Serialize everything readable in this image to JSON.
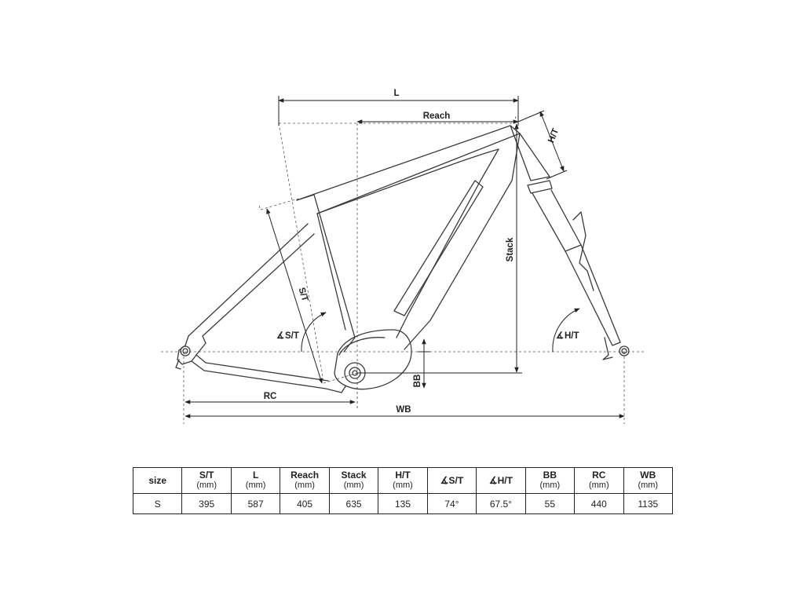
{
  "diagram": {
    "labels": {
      "l": "L",
      "reach": "Reach",
      "ht": "H/T",
      "stack": "Stack",
      "st": "S/T",
      "st_angle": "S/T",
      "ht_angle": "H/T",
      "bb": "BB",
      "rc": "RC",
      "wb": "WB"
    },
    "angle_symbol": "∡"
  },
  "table": {
    "headers": [
      {
        "name": "size",
        "unit": ""
      },
      {
        "name": "S/T",
        "unit": "(mm)"
      },
      {
        "name": "L",
        "unit": "(mm)"
      },
      {
        "name": "Reach",
        "unit": "(mm)"
      },
      {
        "name": "Stack",
        "unit": "(mm)"
      },
      {
        "name": "H/T",
        "unit": "(mm)"
      },
      {
        "name": "∡S/T",
        "unit": ""
      },
      {
        "name": "∡H/T",
        "unit": ""
      },
      {
        "name": "BB",
        "unit": "(mm)"
      },
      {
        "name": "RC",
        "unit": "(mm)"
      },
      {
        "name": "WB",
        "unit": "(mm)"
      }
    ],
    "rows": [
      [
        "S",
        "395",
        "587",
        "405",
        "635",
        "135",
        "74°",
        "67.5°",
        "55",
        "440",
        "1135"
      ]
    ]
  }
}
